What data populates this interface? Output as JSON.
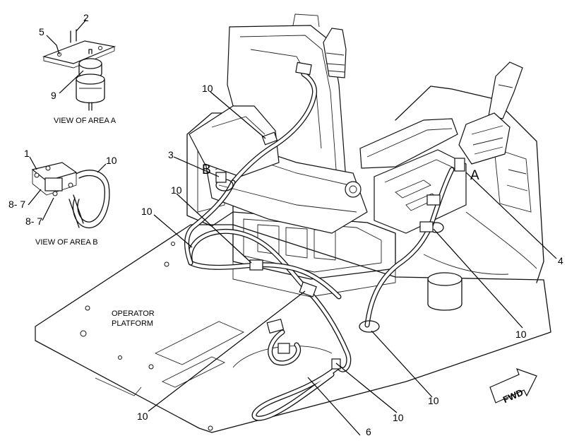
{
  "views": {
    "area_a": {
      "caption": "VIEW OF AREA  A",
      "callouts": [
        "5",
        "2",
        "9"
      ]
    },
    "area_b": {
      "caption": "VIEW OF AREA  B",
      "callouts": [
        "1",
        "10",
        "8- 7",
        "8- 7"
      ]
    }
  },
  "area_letters": {
    "a": "A",
    "b": "B"
  },
  "platform_label": {
    "line1": "OPERATOR",
    "line2": "PLATFORM"
  },
  "fwd_label": "FWD",
  "callouts": {
    "c3": "3",
    "c4": "4",
    "c6": "6",
    "c10_seat": "10",
    "c10_b_left": "10",
    "c10_left": "10",
    "c10_bottom_left": "10",
    "c10_right": "10",
    "c10_bottom_center": "10",
    "c10_bottom_right": "10"
  }
}
